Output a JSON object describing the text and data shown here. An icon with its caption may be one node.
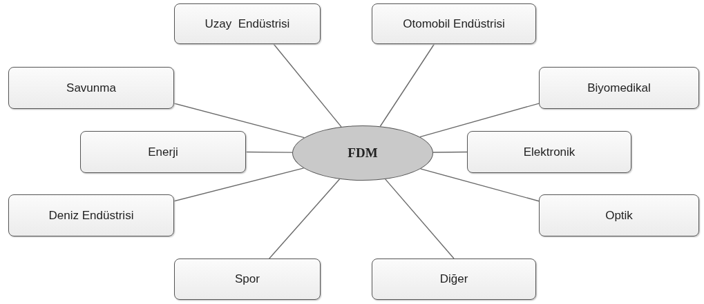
{
  "diagram": {
    "nodes": [
      {
        "text": [
          "FDM"
        ]
      },
      {
        "text": [
          "Uzay  Endüstrisi"
        ]
      },
      {
        "text": [
          "Otomobil Endüstrisi"
        ]
      },
      {
        "text": [
          "Savunma"
        ]
      },
      {
        "text": [
          "Biyomedikal"
        ]
      },
      {
        "text": [
          "Enerji"
        ]
      },
      {
        "text": [
          "Elektronik"
        ]
      },
      {
        "text": [
          "Deniz Endüstrisi"
        ]
      },
      {
        "text": [
          "Optik"
        ]
      },
      {
        "text": [
          "Spor"
        ]
      },
      {
        "text": [
          "Diğer"
        ]
      }
    ],
    "edges": [
      {
        "from": 0,
        "to": 1,
        "arrow": "none"
      },
      {
        "from": 0,
        "to": 2,
        "arrow": "none"
      },
      {
        "from": 0,
        "to": 3,
        "arrow": "none"
      },
      {
        "from": 0,
        "to": 4,
        "arrow": "none"
      },
      {
        "from": 0,
        "to": 5,
        "arrow": "none"
      },
      {
        "from": 0,
        "to": 6,
        "arrow": "none"
      },
      {
        "from": 0,
        "to": 7,
        "arrow": "none"
      },
      {
        "from": 0,
        "to": 8,
        "arrow": "none"
      },
      {
        "from": 0,
        "to": 9,
        "arrow": "none"
      },
      {
        "from": 0,
        "to": 10,
        "arrow": "none"
      }
    ]
  }
}
